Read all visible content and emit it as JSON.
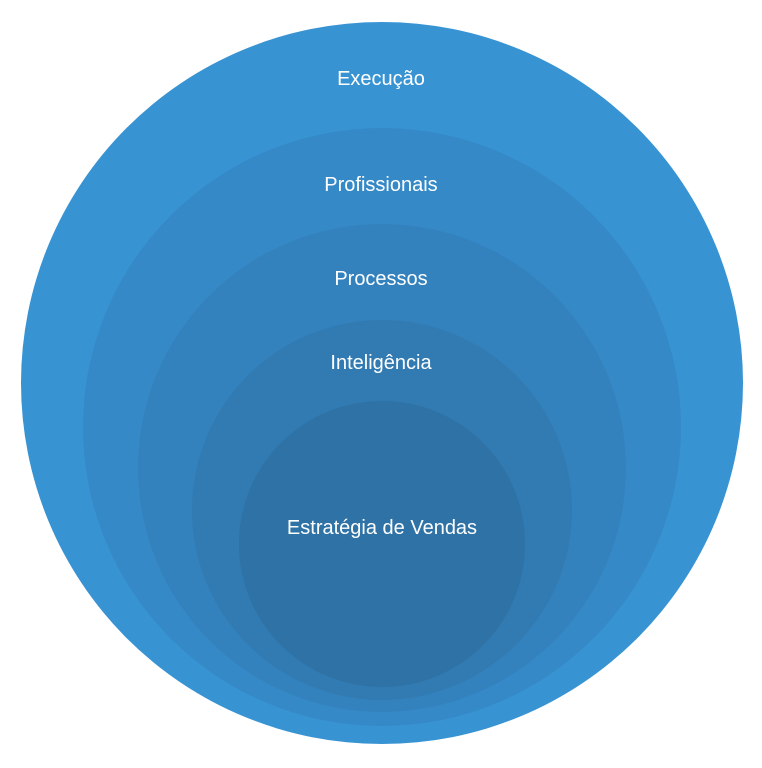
{
  "diagram": {
    "type": "nested-circles",
    "layers": [
      {
        "label": "Execução",
        "color": "#3893d3"
      },
      {
        "label": "Profissionais",
        "color": "#3589c6"
      },
      {
        "label": "Processos",
        "color": "#3382bd"
      },
      {
        "label": "Inteligência",
        "color": "#317ab2"
      },
      {
        "label": "Estratégia de Vendas",
        "color": "#2f72a6"
      }
    ],
    "text_color": "#ffffff"
  }
}
